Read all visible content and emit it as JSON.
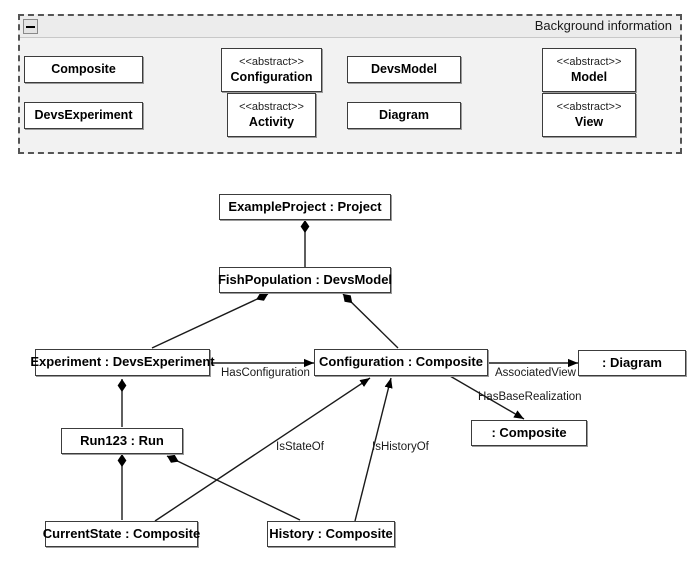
{
  "background_panel": {
    "title": "Background information",
    "collapse_icon": "minus-icon",
    "classes": [
      {
        "id": "composite",
        "name": "Composite",
        "stereotype": ""
      },
      {
        "id": "devsexperiment",
        "name": "DevsExperiment",
        "stereotype": ""
      },
      {
        "id": "configuration",
        "name": "Configuration",
        "stereotype": "<<abstract>>"
      },
      {
        "id": "activity",
        "name": "Activity",
        "stereotype": "<<abstract>>"
      },
      {
        "id": "devsmodel",
        "name": "DevsModel",
        "stereotype": ""
      },
      {
        "id": "diagram",
        "name": "Diagram",
        "stereotype": ""
      },
      {
        "id": "model",
        "name": "Model",
        "stereotype": "<<abstract>>"
      },
      {
        "id": "view",
        "name": "View",
        "stereotype": "<<abstract>>"
      }
    ],
    "generalizations": [
      {
        "from": "Composite",
        "to": "Configuration"
      },
      {
        "from": "DevsExperiment",
        "to": "Activity"
      },
      {
        "from": "DevsModel",
        "to": "Model"
      },
      {
        "from": "Diagram",
        "to": "View"
      }
    ]
  },
  "object_diagram": {
    "objects": [
      {
        "id": "exampleproject",
        "label": "ExampleProject : Project"
      },
      {
        "id": "fishpopulation",
        "label": "FishPopulation : DevsModel"
      },
      {
        "id": "experiment",
        "label": "Experiment : DevsExperiment"
      },
      {
        "id": "configuration",
        "label": "Configuration : Composite"
      },
      {
        "id": "diagramobj",
        "label": ": Diagram"
      },
      {
        "id": "compositeobj",
        "label": ": Composite"
      },
      {
        "id": "run123",
        "label": "Run123 : Run"
      },
      {
        "id": "currentstate",
        "label": "CurrentState : Composite"
      },
      {
        "id": "history",
        "label": "History : Composite"
      }
    ],
    "link_labels": [
      {
        "id": "hasconfiguration",
        "text": "HasConfiguration"
      },
      {
        "id": "associatedview",
        "text": "AssociatedView"
      },
      {
        "id": "hasbaserealization",
        "text": "HasBaseRealization"
      },
      {
        "id": "isstateof",
        "text": "IsStateOf"
      },
      {
        "id": "ishistoryof",
        "text": "IsHistoryOf"
      }
    ],
    "links": [
      {
        "from": "ExampleProject : Project",
        "to": "FishPopulation : DevsModel",
        "type": "composition",
        "label": ""
      },
      {
        "from": "FishPopulation : DevsModel",
        "to": "Experiment : DevsExperiment",
        "type": "composition",
        "label": ""
      },
      {
        "from": "FishPopulation : DevsModel",
        "to": "Configuration : Composite",
        "type": "composition",
        "label": ""
      },
      {
        "from": "Experiment : DevsExperiment",
        "to": "Configuration : Composite",
        "type": "association",
        "label": "HasConfiguration"
      },
      {
        "from": "Configuration : Composite",
        "to": ": Diagram",
        "type": "association",
        "label": "AssociatedView"
      },
      {
        "from": "Configuration : Composite",
        "to": ": Composite",
        "type": "association",
        "label": "HasBaseRealization"
      },
      {
        "from": "Experiment : DevsExperiment",
        "to": "Run123 : Run",
        "type": "composition",
        "label": ""
      },
      {
        "from": "Run123 : Run",
        "to": "CurrentState : Composite",
        "type": "composition",
        "label": ""
      },
      {
        "from": "Run123 : Run",
        "to": "History : Composite",
        "type": "composition",
        "label": ""
      },
      {
        "from": "CurrentState : Composite",
        "to": "Configuration : Composite",
        "type": "association",
        "label": "IsStateOf"
      },
      {
        "from": "History : Composite",
        "to": "Configuration : Composite",
        "type": "association",
        "label": "IsHistoryOf"
      }
    ]
  },
  "colors": {
    "panel_fill": "#f2f2f2",
    "panel_border": "#555555",
    "box_fill": "#ffffff",
    "box_border": "#3c3c3c",
    "line": "#1a1a1a",
    "text": "#000000"
  }
}
